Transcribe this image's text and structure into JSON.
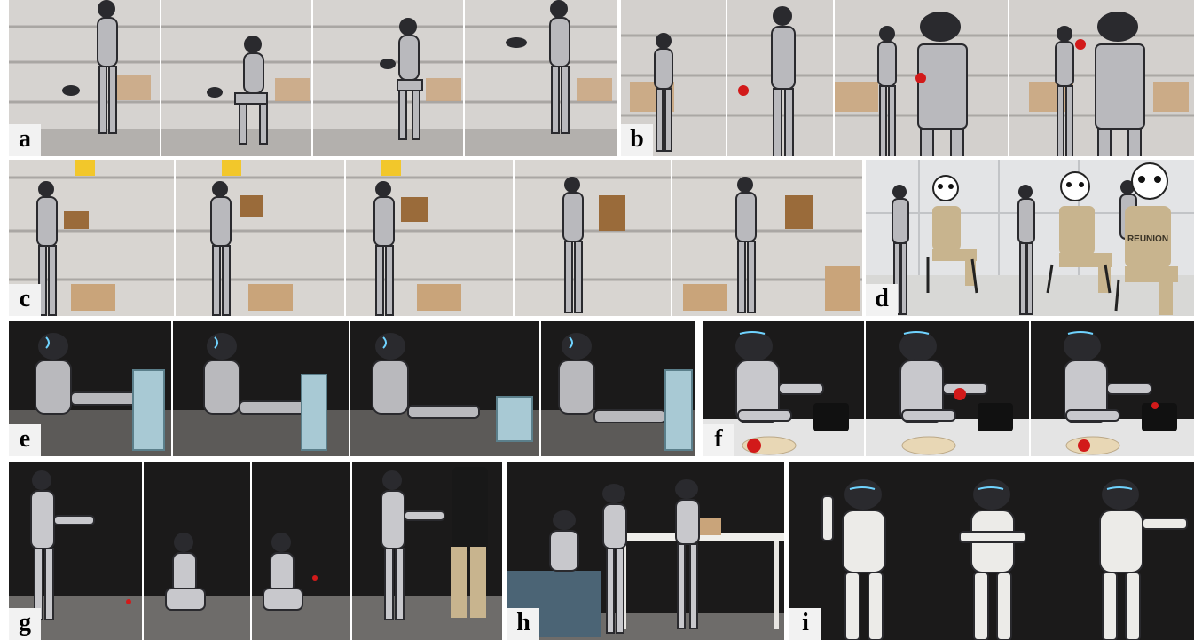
{
  "panels": [
    {
      "id": "a",
      "label": "a"
    },
    {
      "id": "b",
      "label": "b"
    },
    {
      "id": "c",
      "label": "c"
    },
    {
      "id": "d",
      "label": "d"
    },
    {
      "id": "e",
      "label": "e"
    },
    {
      "id": "f",
      "label": "f"
    },
    {
      "id": "g",
      "label": "g"
    },
    {
      "id": "h",
      "label": "h"
    },
    {
      "id": "i",
      "label": "i"
    }
  ],
  "shirt_print_d": "REUNION",
  "colors": {
    "warehouse_bg": "#cfcccb",
    "shelf": "#e8e6e3",
    "box": "#c9a47a",
    "curtain": "#1b1a1a",
    "floor": "#6e6c6a",
    "robot_body": "#c8c8cc",
    "robot_dark": "#2a2a2e",
    "visor_glow": "#6fd3ff",
    "pants": "#c8b48e",
    "tote": "#4b6475",
    "red_ball": "#d21a1a"
  }
}
